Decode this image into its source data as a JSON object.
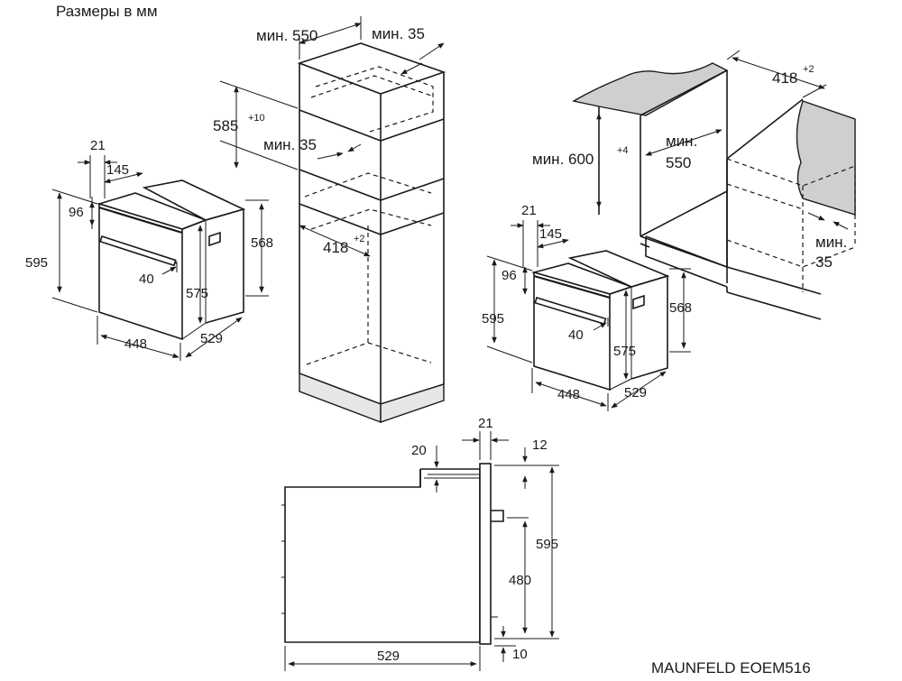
{
  "header": {
    "title": "Размеры в мм"
  },
  "footer": {
    "model": "MAUNFELD EOEM516"
  },
  "dims": {
    "min550": "мин. 550",
    "min35": "мин. 35",
    "h585": "585",
    "h585_tol": "+10",
    "w418": "418",
    "w418_tol": "+2",
    "min600": "мин. 600",
    "min600_tol": "+4",
    "min_word": "мин.",
    "v550": "550",
    "v35": "35",
    "d21": "21",
    "d145": "145",
    "d96": "96",
    "d595": "595",
    "d40": "40",
    "d568": "568",
    "d575": "575",
    "d448": "448",
    "d529": "529",
    "d20": "20",
    "d12": "12",
    "d480": "480",
    "d10": "10"
  }
}
